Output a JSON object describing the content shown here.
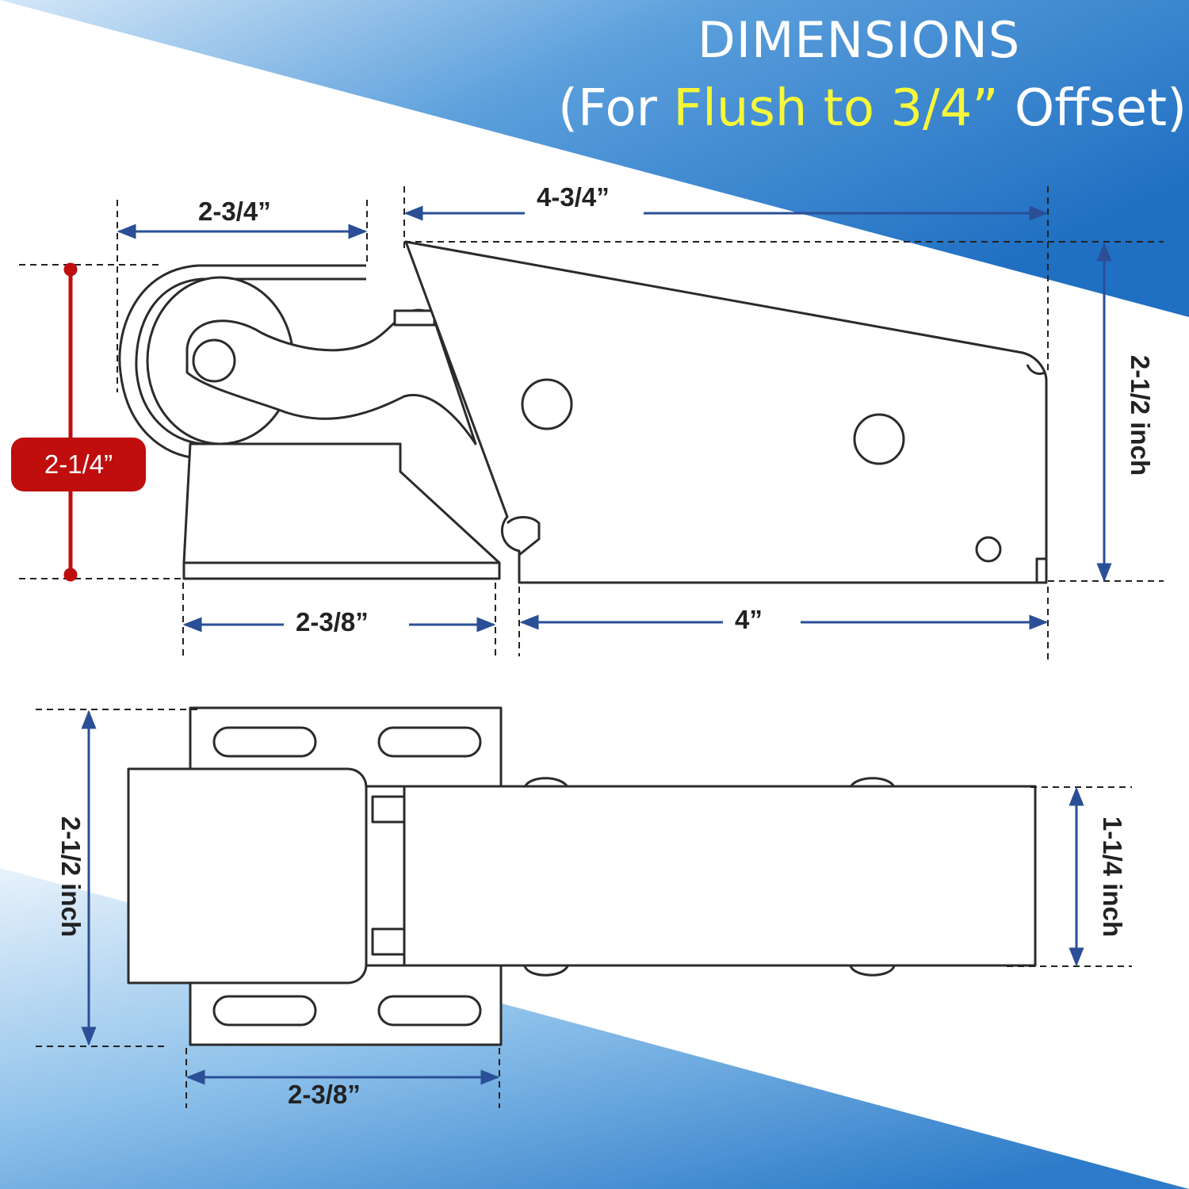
{
  "title": {
    "line1": "DIMENSIONS",
    "line2_open": "(For ",
    "line2_highlight": "Flush to 3/4”",
    "line2_close": " Offset)"
  },
  "side_view": {
    "overall_length": "4-3/4”",
    "roller_width": "2-3/4”",
    "base_width": "2-3/8”",
    "body_length": "4”",
    "body_height": "2-1/2 inch",
    "roller_height": "2-1/4”"
  },
  "top_view": {
    "plate_height": "2-1/2  inch",
    "plate_width": "2-3/8”",
    "body_width": "1-1/4 inch"
  },
  "colors": {
    "background_blue": "#2f7cc9",
    "title_highlight": "#f7f739",
    "dimension_line": "#2a4f96",
    "height_marker": "#c00d0d"
  }
}
